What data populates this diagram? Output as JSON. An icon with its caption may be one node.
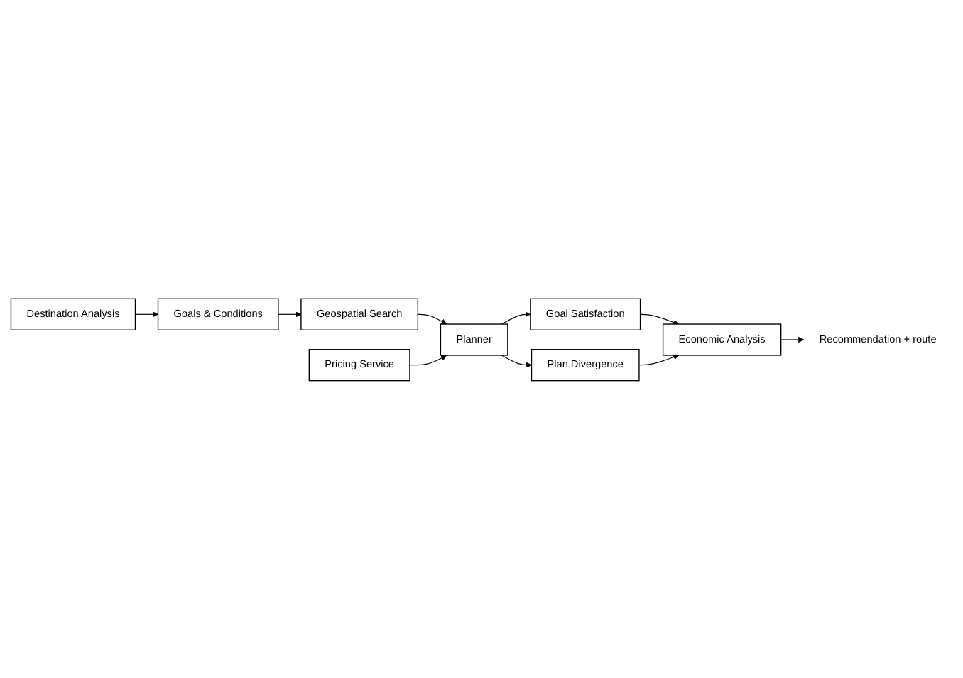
{
  "diagram": {
    "nodes": [
      {
        "text": [
          "Destination Analysis"
        ]
      },
      {
        "text": [
          "Goals & Conditions"
        ]
      },
      {
        "text": [
          "Geospatial Search"
        ]
      },
      {
        "text": [
          "Pricing Service"
        ]
      },
      {
        "text": [
          "Planner"
        ]
      },
      {
        "text": [
          "Goal Satisfaction"
        ]
      },
      {
        "text": [
          "Plan Divergence"
        ]
      },
      {
        "text": [
          "Economic Analysis"
        ]
      },
      {
        "text": [
          "Recommendation + route"
        ]
      }
    ],
    "edges": [
      {
        "from": 0,
        "to": 1,
        "arrow": "to"
      },
      {
        "from": 1,
        "to": 2,
        "arrow": "to"
      },
      {
        "from": 2,
        "to": 4,
        "arrow": "to"
      },
      {
        "from": 3,
        "to": 4,
        "arrow": "to"
      },
      {
        "from": 4,
        "to": 5,
        "arrow": "to"
      },
      {
        "from": 4,
        "to": 6,
        "arrow": "to"
      },
      {
        "from": 5,
        "to": 7,
        "arrow": "to"
      },
      {
        "from": 6,
        "to": 7,
        "arrow": "to"
      },
      {
        "from": 7,
        "to": 8,
        "arrow": "to"
      }
    ]
  }
}
